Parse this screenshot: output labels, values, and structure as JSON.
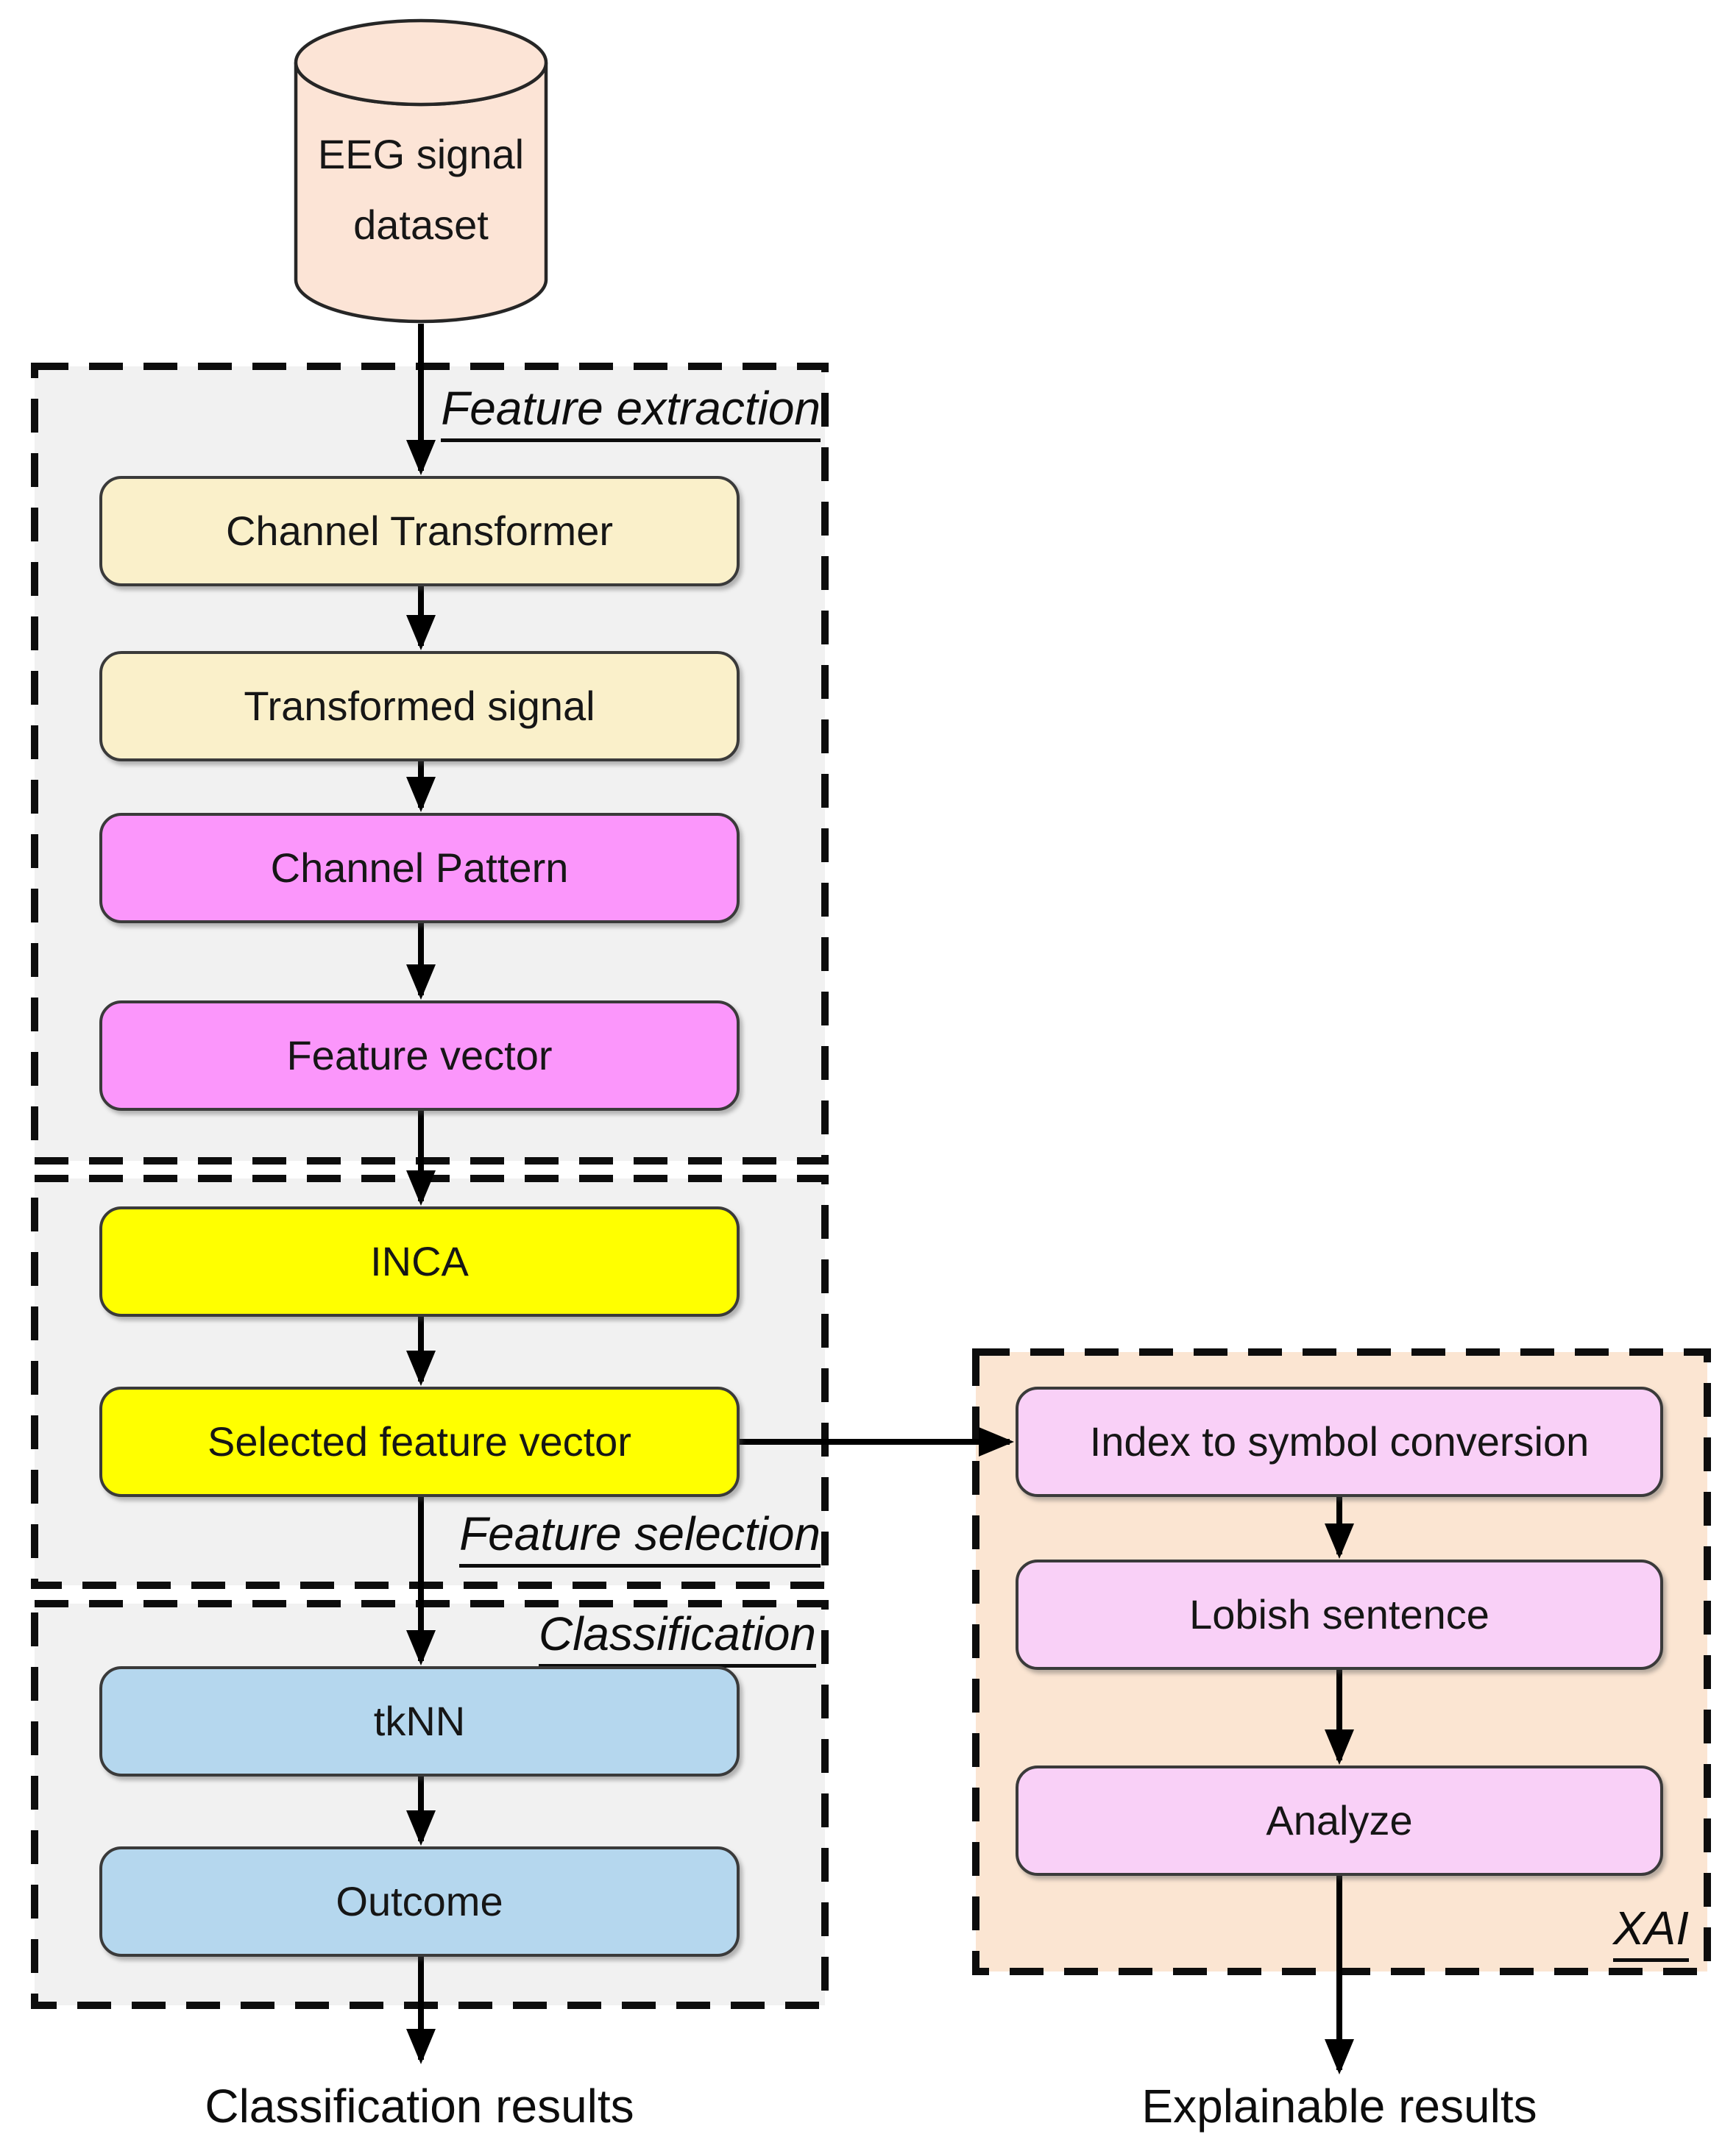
{
  "dataset_node": "EEG signal dataset",
  "sections": {
    "feature_extraction": "Feature extraction",
    "feature_selection": "Feature selection",
    "classification": "Classification",
    "xai": "XAI"
  },
  "nodes": {
    "channel_transformer": "Channel Transformer",
    "transformed_signal": "Transformed signal",
    "channel_pattern": "Channel Pattern",
    "feature_vector": "Feature vector",
    "inca": "INCA",
    "selected_feature_vector": "Selected feature vector",
    "tknn": "tkNN",
    "outcome": "Outcome",
    "index_to_symbol": "Index to symbol conversion",
    "lobish_sentence": "Lobish sentence",
    "analyze": "Analyze"
  },
  "outputs": {
    "classification_results": "Classification results",
    "explainable_results": "Explainable results"
  },
  "colors": {
    "cylinder_fill": "#fce4d6",
    "cream_box": "#faf0ca",
    "magenta_box": "#fb96fb",
    "yellow_box": "#ffff00",
    "blue_box": "#b5d7ee",
    "pink_box": "#f9d0f7",
    "section_background": "#f1f1f1",
    "xai_background": "#fbe5d2",
    "dashed_border": "#0d0d0d",
    "arrow": "#000000"
  }
}
